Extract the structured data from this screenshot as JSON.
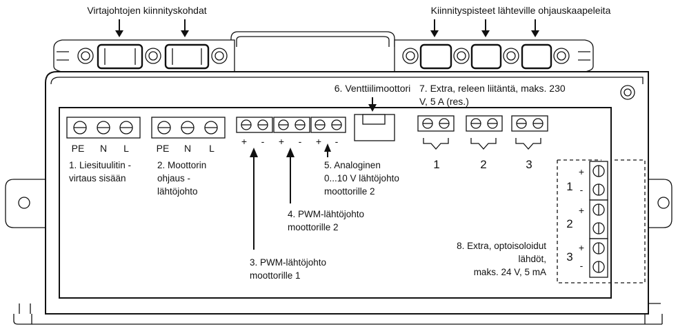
{
  "top_labels": {
    "left": "Virtajohtojen kiinnityskohdat",
    "right": "Kiinnityspisteet lähteville ohjauskaapeleita"
  },
  "terminals": {
    "t1_pins": [
      "PE",
      "N",
      "L"
    ],
    "t2_pins": [
      "PE",
      "N",
      "L"
    ],
    "pwm_polarity": [
      "+",
      "-",
      "+",
      "-",
      "+",
      "-"
    ]
  },
  "labels": {
    "l1": [
      "1. Liesituulitin -",
      "virtaus sisään"
    ],
    "l2": [
      "2. Moottorin",
      "ohjaus -",
      "lähtöjohto"
    ],
    "l3": [
      "3. PWM-lähtöjohto",
      "moottorille 1"
    ],
    "l4": [
      "4. PWM-lähtöjohto",
      "moottorille 2"
    ],
    "l5": [
      "5. Analoginen",
      "0...10 V lähtöjohto",
      "moottorille 2"
    ],
    "l6": "6. Venttiilimoottori",
    "l7": [
      "7. Extra, releen liitäntä, maks. 230",
      "V, 5 A (res.)"
    ],
    "l8": [
      "8. Extra, optoisoloidut",
      "lähdöt,",
      "maks. 24 V, 5 mA"
    ]
  },
  "relay_numbers": [
    "1",
    "2",
    "3"
  ],
  "opto": {
    "numbers": [
      "1",
      "2",
      "3"
    ],
    "plus": "+",
    "minus": "-"
  }
}
